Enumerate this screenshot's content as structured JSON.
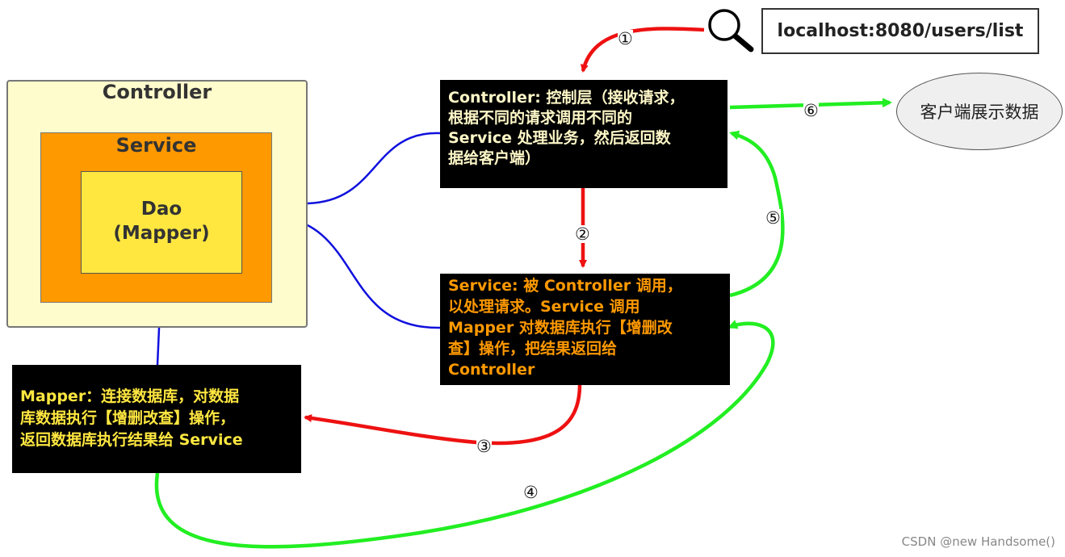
{
  "layers": {
    "controller_label": "Controller",
    "service_label": "Service",
    "dao_label_line1": "Dao",
    "dao_label_line2": "(Mapper)"
  },
  "panels": {
    "controller": {
      "line1": "Controller: 控制层（接收请求，",
      "line2": "根据不同的请求调用不同的",
      "line3": "Service 处理业务，然后返回数",
      "line4": "据给客户端）"
    },
    "service": {
      "line1": "Service: 被 Controller 调用，",
      "line2": "以处理请求。Service 调用",
      "line3": "Mapper 对数据库执行【增删改",
      "line4": "查】操作，把结果返回给",
      "line5": "Controller"
    },
    "mapper": {
      "line1": "Mapper：连接数据库，对数据",
      "line2": "库数据执行【增删改查】操作，",
      "line3": "返回数据库执行结果给 Service"
    }
  },
  "url": "localhost:8080/users/list",
  "client_label": "客户端展示数据",
  "steps": {
    "s1": "①",
    "s2": "②",
    "s3": "③",
    "s4": "④",
    "s5": "⑤",
    "s6": "⑥"
  },
  "watermark": "CSDN @new Handsome()",
  "icons": {
    "search": "magnifier-icon"
  },
  "colors": {
    "controller_layer": "#fefbcc",
    "service_layer": "#ff9900",
    "dao_layer": "#ffe740",
    "controller_panel_text": "#fdf7c7",
    "service_panel_text": "#ff9900",
    "mapper_panel_text": "#ffe740",
    "request_arrow": "#ee1111",
    "response_arrow": "#22ee22",
    "link_line": "#1010dd"
  }
}
